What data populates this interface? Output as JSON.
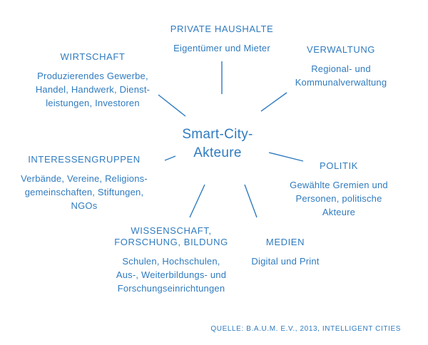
{
  "center": {
    "lines": [
      "Smart-City-",
      "Akteure"
    ]
  },
  "nodes": {
    "private": {
      "title": "PRIVATE HAUSHALTE",
      "desc": [
        "Eigentümer und Mieter"
      ]
    },
    "verwaltung": {
      "title": "VERWALTUNG",
      "desc": [
        "Regional- und",
        "Kommunalverwaltung"
      ]
    },
    "wirtschaft": {
      "title": "WIRTSCHAFT",
      "desc": [
        "Produzierendes Gewerbe,",
        "Handel, Handwerk, Dienst-",
        "leistungen, Investoren"
      ]
    },
    "interessen": {
      "title": "INTERESSENGRUPPEN",
      "desc": [
        "Verbände, Vereine, Religions-",
        "gemeinschaften, Stiftungen,",
        "NGOs"
      ]
    },
    "politik": {
      "title": "POLITIK",
      "desc": [
        "Gewählte Gremien und",
        "Personen, politische",
        "Akteure"
      ]
    },
    "wissenschaft": {
      "title": [
        "WISSENSCHAFT,",
        "FORSCHUNG, BILDUNG"
      ],
      "desc": [
        "Schulen, Hochschulen,",
        "Aus-, Weiterbildungs- und",
        "Forschungseinrichtungen"
      ]
    },
    "medien": {
      "title": "MEDIEN",
      "desc": [
        "Digital und Print"
      ]
    }
  },
  "source": "QUELLE: B.A.U.M. E.V., 2013, INTELLIGENT CITIES",
  "colors": {
    "accent": "#2f7bbf"
  }
}
